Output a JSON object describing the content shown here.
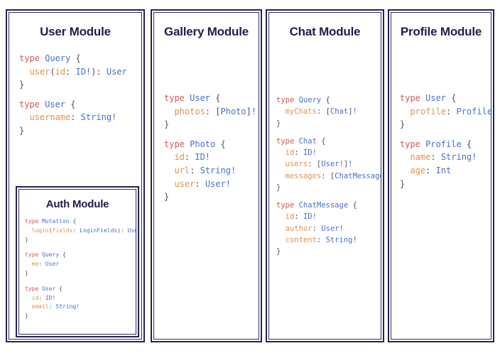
{
  "canvas": {
    "background": "#ffffff",
    "border_color": "#232350",
    "title_color": "#1e1e4b"
  },
  "syntax_colors": {
    "keyword": "#d1595a",
    "type_name": "#4a6fc9",
    "field_name": "#e0934c",
    "punctuation": "#545454"
  },
  "panels": [
    {
      "id": "user",
      "title": "User Module",
      "blocks": [
        {
          "lines": [
            [
              {
                "t": "type ",
                "c": "kw"
              },
              {
                "t": "Query",
                "c": "ty"
              },
              {
                "t": " {",
                "c": "pn"
              }
            ],
            [
              {
                "t": "  ",
                "c": "pn"
              },
              {
                "t": "user",
                "c": "fld"
              },
              {
                "t": "(",
                "c": "pn"
              },
              {
                "t": "id",
                "c": "fld"
              },
              {
                "t": ": ",
                "c": "pn"
              },
              {
                "t": "ID!",
                "c": "ty"
              },
              {
                "t": "): ",
                "c": "pn"
              },
              {
                "t": "User",
                "c": "ty"
              }
            ],
            [
              {
                "t": "}",
                "c": "pn"
              }
            ]
          ]
        },
        {
          "lines": [
            [
              {
                "t": "type ",
                "c": "kw"
              },
              {
                "t": "User",
                "c": "ty"
              },
              {
                "t": " {",
                "c": "pn"
              }
            ],
            [
              {
                "t": "  ",
                "c": "pn"
              },
              {
                "t": "username",
                "c": "fld"
              },
              {
                "t": ": ",
                "c": "pn"
              },
              {
                "t": "String!",
                "c": "ty"
              }
            ],
            [
              {
                "t": "}",
                "c": "pn"
              }
            ]
          ]
        }
      ],
      "nested": {
        "id": "auth",
        "title": "Auth Module",
        "blocks": [
          {
            "lines": [
              [
                {
                  "t": "type ",
                  "c": "kw"
                },
                {
                  "t": "Mutation",
                  "c": "ty"
                },
                {
                  "t": " {",
                  "c": "pn"
                }
              ],
              [
                {
                  "t": "  ",
                  "c": "pn"
                },
                {
                  "t": "login",
                  "c": "fld"
                },
                {
                  "t": "(",
                  "c": "pn"
                },
                {
                  "t": "fields",
                  "c": "fld"
                },
                {
                  "t": ": ",
                  "c": "pn"
                },
                {
                  "t": "LoginFields",
                  "c": "ty"
                },
                {
                  "t": "): ",
                  "c": "pn"
                },
                {
                  "t": "User",
                  "c": "ty"
                }
              ],
              [
                {
                  "t": "}",
                  "c": "pn"
                }
              ]
            ]
          },
          {
            "lines": [
              [
                {
                  "t": "type ",
                  "c": "kw"
                },
                {
                  "t": "Query",
                  "c": "ty"
                },
                {
                  "t": " {",
                  "c": "pn"
                }
              ],
              [
                {
                  "t": "  ",
                  "c": "pn"
                },
                {
                  "t": "me",
                  "c": "fld"
                },
                {
                  "t": ": ",
                  "c": "pn"
                },
                {
                  "t": "User",
                  "c": "ty"
                }
              ],
              [
                {
                  "t": "}",
                  "c": "pn"
                }
              ]
            ]
          },
          {
            "lines": [
              [
                {
                  "t": "type ",
                  "c": "kw"
                },
                {
                  "t": "User",
                  "c": "ty"
                },
                {
                  "t": " {",
                  "c": "pn"
                }
              ],
              [
                {
                  "t": "  ",
                  "c": "pn"
                },
                {
                  "t": "id",
                  "c": "fld"
                },
                {
                  "t": ": ",
                  "c": "pn"
                },
                {
                  "t": "ID!",
                  "c": "ty"
                }
              ],
              [
                {
                  "t": "  ",
                  "c": "pn"
                },
                {
                  "t": "email",
                  "c": "fld"
                },
                {
                  "t": ": ",
                  "c": "pn"
                },
                {
                  "t": "String!",
                  "c": "ty"
                }
              ],
              [
                {
                  "t": "}",
                  "c": "pn"
                }
              ]
            ]
          }
        ]
      }
    },
    {
      "id": "gallery",
      "title": "Gallery Module",
      "blocks": [
        {
          "lines": [
            [
              {
                "t": "type ",
                "c": "kw"
              },
              {
                "t": "User",
                "c": "ty"
              },
              {
                "t": " {",
                "c": "pn"
              }
            ],
            [
              {
                "t": "  ",
                "c": "pn"
              },
              {
                "t": "photos",
                "c": "fld"
              },
              {
                "t": ": [",
                "c": "pn"
              },
              {
                "t": "Photo",
                "c": "ty"
              },
              {
                "t": "]",
                "c": "pn"
              },
              {
                "t": "!",
                "c": "ty"
              }
            ],
            [
              {
                "t": "}",
                "c": "pn"
              }
            ]
          ]
        },
        {
          "lines": [
            [
              {
                "t": "type ",
                "c": "kw"
              },
              {
                "t": "Photo",
                "c": "ty"
              },
              {
                "t": " {",
                "c": "pn"
              }
            ],
            [
              {
                "t": "  ",
                "c": "pn"
              },
              {
                "t": "id",
                "c": "fld"
              },
              {
                "t": ": ",
                "c": "pn"
              },
              {
                "t": "ID!",
                "c": "ty"
              }
            ],
            [
              {
                "t": "  ",
                "c": "pn"
              },
              {
                "t": "url",
                "c": "fld"
              },
              {
                "t": ": ",
                "c": "pn"
              },
              {
                "t": "String!",
                "c": "ty"
              }
            ],
            [
              {
                "t": "  ",
                "c": "pn"
              },
              {
                "t": "user",
                "c": "fld"
              },
              {
                "t": ": ",
                "c": "pn"
              },
              {
                "t": "User!",
                "c": "ty"
              }
            ],
            [
              {
                "t": "}",
                "c": "pn"
              }
            ]
          ]
        }
      ]
    },
    {
      "id": "chat",
      "title": "Chat Module",
      "blocks": [
        {
          "lines": [
            [
              {
                "t": "type ",
                "c": "kw"
              },
              {
                "t": "Query",
                "c": "ty"
              },
              {
                "t": " {",
                "c": "pn"
              }
            ],
            [
              {
                "t": "  ",
                "c": "pn"
              },
              {
                "t": "myChats",
                "c": "fld"
              },
              {
                "t": ": [",
                "c": "pn"
              },
              {
                "t": "Chat",
                "c": "ty"
              },
              {
                "t": "]",
                "c": "pn"
              },
              {
                "t": "!",
                "c": "ty"
              }
            ],
            [
              {
                "t": "}",
                "c": "pn"
              }
            ]
          ]
        },
        {
          "lines": [
            [
              {
                "t": "type ",
                "c": "kw"
              },
              {
                "t": "Chat",
                "c": "ty"
              },
              {
                "t": " {",
                "c": "pn"
              }
            ],
            [
              {
                "t": "  ",
                "c": "pn"
              },
              {
                "t": "id",
                "c": "fld"
              },
              {
                "t": ": ",
                "c": "pn"
              },
              {
                "t": "ID!",
                "c": "ty"
              }
            ],
            [
              {
                "t": "  ",
                "c": "pn"
              },
              {
                "t": "users",
                "c": "fld"
              },
              {
                "t": ": [",
                "c": "pn"
              },
              {
                "t": "User!",
                "c": "ty"
              },
              {
                "t": "]",
                "c": "pn"
              },
              {
                "t": "!",
                "c": "ty"
              }
            ],
            [
              {
                "t": "  ",
                "c": "pn"
              },
              {
                "t": "messages",
                "c": "fld"
              },
              {
                "t": ": [",
                "c": "pn"
              },
              {
                "t": "ChatMessage",
                "c": "ty"
              },
              {
                "t": "]",
                "c": "pn"
              },
              {
                "t": "!",
                "c": "ty"
              }
            ],
            [
              {
                "t": "}",
                "c": "pn"
              }
            ]
          ]
        },
        {
          "lines": [
            [
              {
                "t": "type ",
                "c": "kw"
              },
              {
                "t": "ChatMessage",
                "c": "ty"
              },
              {
                "t": " {",
                "c": "pn"
              }
            ],
            [
              {
                "t": "  ",
                "c": "pn"
              },
              {
                "t": "id",
                "c": "fld"
              },
              {
                "t": ": ",
                "c": "pn"
              },
              {
                "t": "ID!",
                "c": "ty"
              }
            ],
            [
              {
                "t": "  ",
                "c": "pn"
              },
              {
                "t": "author",
                "c": "fld"
              },
              {
                "t": ": ",
                "c": "pn"
              },
              {
                "t": "User!",
                "c": "ty"
              }
            ],
            [
              {
                "t": "  ",
                "c": "pn"
              },
              {
                "t": "content",
                "c": "fld"
              },
              {
                "t": ": ",
                "c": "pn"
              },
              {
                "t": "String!",
                "c": "ty"
              }
            ],
            [
              {
                "t": "}",
                "c": "pn"
              }
            ]
          ]
        }
      ]
    },
    {
      "id": "profile",
      "title": "Profile Module",
      "blocks": [
        {
          "lines": [
            [
              {
                "t": "type ",
                "c": "kw"
              },
              {
                "t": "User",
                "c": "ty"
              },
              {
                "t": " {",
                "c": "pn"
              }
            ],
            [
              {
                "t": "  ",
                "c": "pn"
              },
              {
                "t": "profile",
                "c": "fld"
              },
              {
                "t": ": ",
                "c": "pn"
              },
              {
                "t": "Profile!",
                "c": "ty"
              }
            ],
            [
              {
                "t": "}",
                "c": "pn"
              }
            ]
          ]
        },
        {
          "lines": [
            [
              {
                "t": "type ",
                "c": "kw"
              },
              {
                "t": "Profile",
                "c": "ty"
              },
              {
                "t": " {",
                "c": "pn"
              }
            ],
            [
              {
                "t": "  ",
                "c": "pn"
              },
              {
                "t": "name",
                "c": "fld"
              },
              {
                "t": ": ",
                "c": "pn"
              },
              {
                "t": "String!",
                "c": "ty"
              }
            ],
            [
              {
                "t": "  ",
                "c": "pn"
              },
              {
                "t": "age",
                "c": "fld"
              },
              {
                "t": ": ",
                "c": "pn"
              },
              {
                "t": "Int",
                "c": "ty"
              }
            ],
            [
              {
                "t": "}",
                "c": "pn"
              }
            ]
          ]
        }
      ]
    }
  ]
}
